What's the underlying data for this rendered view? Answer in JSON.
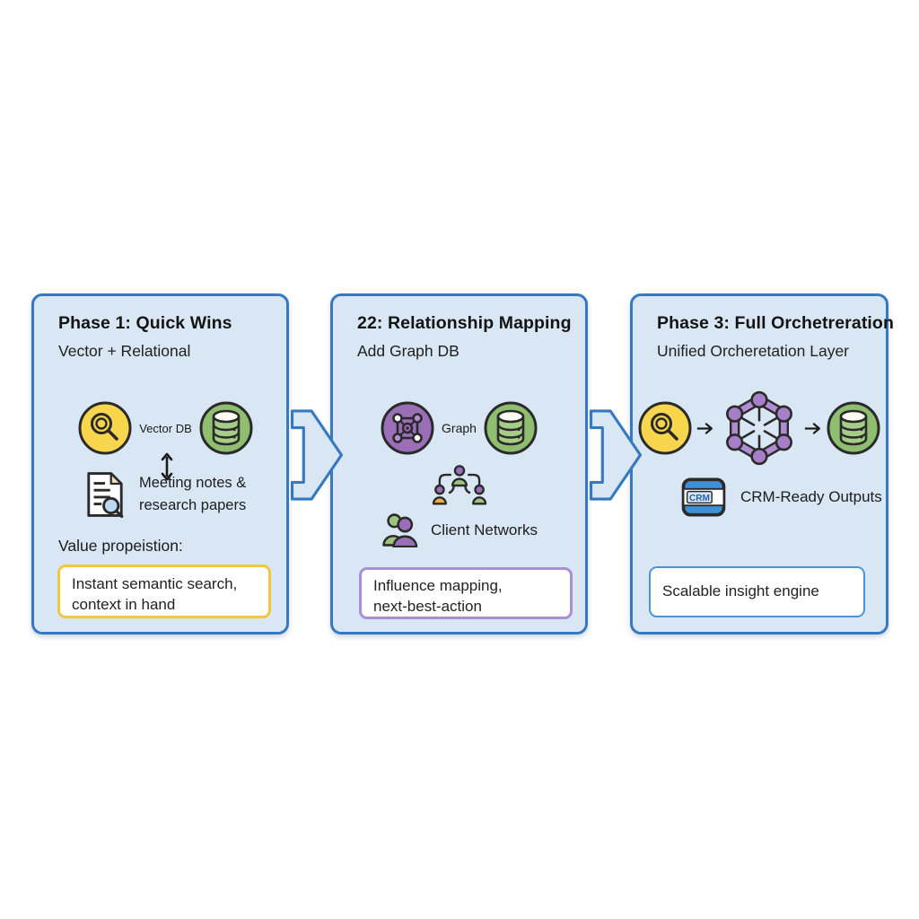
{
  "theme": {
    "canvas_bg": "#FFFFFF",
    "panel_bg": "#D9E7F5",
    "panel_border": "#3679C0",
    "yellow_icon": "#F7D54C",
    "green_icon": "#8FBE70",
    "purple_icon": "#9B6FB8",
    "orange_accent": "#ECAF3B",
    "crm_blue": "#3E8FD8",
    "box_border_yellow": "#F0C840",
    "box_border_purple": "#AA8FD6",
    "box_border_blue": "#4E93D9",
    "text_dark": "#141414"
  },
  "icons": {
    "search": "magnifier-in-yellow-circle",
    "database": "cylinder-in-green-circle",
    "graph": "network-nodes-in-purple-circle",
    "document_search": "document-with-magnifier",
    "up_down_arrow": "vertical-double-arrow",
    "org_chart": "three-person-hierarchy",
    "people": "two-person-group",
    "hub_network": "six-node-ring-with-spokes",
    "crm": "crm-card-badge",
    "flow_arrow": "right-block-arrow",
    "step_arrow": "small-right-arrow"
  },
  "phase1": {
    "title": "Phase 1: Quick Wins",
    "subtitle": "Vector + Relational",
    "icon_row_label": "Vector DB",
    "note_line1": "Meeting notes &",
    "note_line2": "research papers",
    "value_heading": "Value propeistion:",
    "value_line1": "Instant semantic search,",
    "value_line2": "context in hand"
  },
  "phase2": {
    "title": "22: Relationship Mapping",
    "subtitle": "Add Graph DB",
    "icon_row_label": "Graph",
    "client_label": "Client Networks",
    "value_line1": "Influence mapping,",
    "value_line2": "next-best-action"
  },
  "phase3": {
    "title": "Phase 3: Full Orchetreration",
    "subtitle": "Unified Orcheretation Layer",
    "crm_badge": "CRM",
    "crm_label": "CRM-Ready Outputs",
    "value_line1": "Scalable insight engine"
  }
}
